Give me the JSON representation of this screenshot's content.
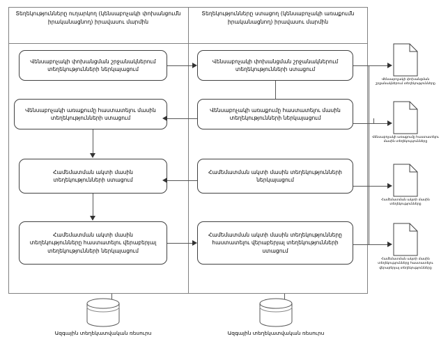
{
  "diagram": {
    "title_left_lane": "Տեղեկությունները ուղարկող (կենսաբոչակի փոխանցումն իրականացնող) իրավասու մարմին",
    "title_right_lane": "Տեղեկությունները ստացող (կենսաբոչակի առաքումն իրականացնող) իրավասու մարմին",
    "colors": {
      "frame_border": "#808080",
      "box_border": "#404040",
      "connector": "#555555",
      "arrow_fill": "#333333",
      "background": "#ffffff",
      "text": "#000000"
    }
  },
  "left_lane": {
    "boxes": [
      {
        "id": "l1",
        "label": "Վենսաբոչակի փոխանցման շրջանակներում տեղեկությունների ներկայացում"
      },
      {
        "id": "l2",
        "label": "Վենսաբոչակի առաքումը հաստատելու մասին տեղեկությունների ստացում"
      },
      {
        "id": "l3",
        "label": "Համեմատման ակտի մասին տեղեկությունների ստացում"
      },
      {
        "id": "l4",
        "label": "Համեմատման ակտի մասին տեղեկությունները հաստատելու վերաբերյալ տեղեկությունների ներկայացում"
      }
    ],
    "database_label": "Ազգային տեղեկատվական ռեսուրս"
  },
  "right_lane": {
    "boxes": [
      {
        "id": "r1",
        "label": "Վենսաբոչակի փոխանցման շրջանակներում տեղեկությունների ստացում"
      },
      {
        "id": "r2",
        "label": "Վենսաբոչակի առաքումը հաստատելու մասին տեղեկությունների ներկայացում"
      },
      {
        "id": "r3",
        "label": "Համեմատման ակտի մասին տեղեկությունների ներկայացում"
      },
      {
        "id": "r4",
        "label": "Համեմատման ակտի մասին տեղեկությունները հաստատելու վերաբերյալ տեղեկությունների ստացում"
      }
    ],
    "database_label": "Ազգային տեղեկատվական ռեսուրս"
  },
  "documents": [
    {
      "id": "doc1",
      "icon": "document-icon",
      "caption": "Վենսաբոչակի փոխանցման շրջանակներում տեղեկությունները"
    },
    {
      "id": "doc2",
      "icon": "document-icon",
      "caption": "Վենսաբոչակի առաքումը հաստատելու մասին տեղեկությունները"
    },
    {
      "id": "doc3",
      "icon": "document-icon",
      "caption": "Համեմատման ակտի մասին տեղեկությունները"
    },
    {
      "id": "doc4",
      "icon": "document-icon",
      "caption": "Համեմատման ակտի մասին տեղեկությունները հաստատելու վերաբերյալ տեղեկությունները"
    }
  ]
}
